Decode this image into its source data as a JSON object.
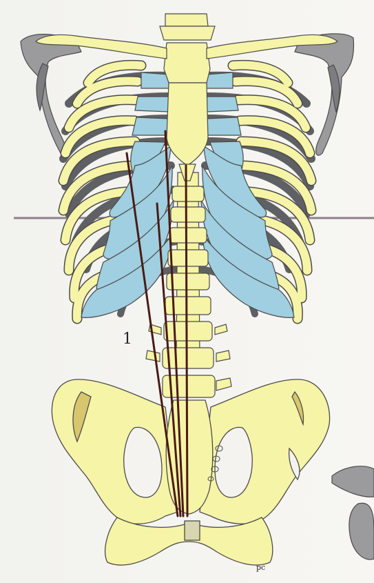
{
  "labels": {
    "muscle_number": "1",
    "artist_signature": "pc"
  },
  "colors": {
    "background": "#f4f3ef",
    "bone": "#f6f4a6",
    "cartilage": "#9fcfe0",
    "deep_rib": "#5f6064",
    "scapula": "#9b9b9e",
    "muscle_line": "#4a1a14",
    "outline": "#4a4a4a",
    "horizontal_line": "#8e7f8c"
  },
  "icons": {
    "figure": "anatomical-skeleton-torso-figure"
  }
}
